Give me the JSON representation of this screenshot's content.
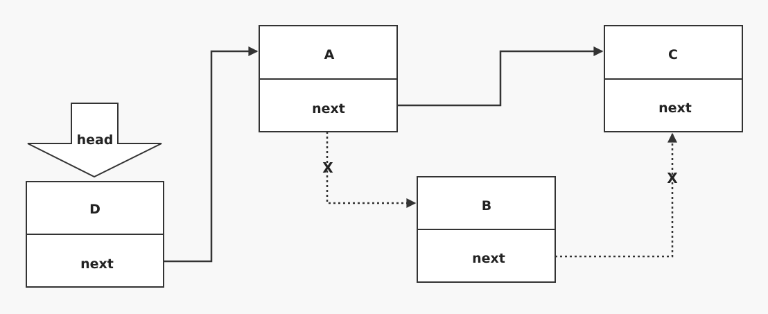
{
  "head_pointer": {
    "label": "head"
  },
  "nodes": {
    "D": {
      "value": "D",
      "next": "next"
    },
    "A": {
      "value": "A",
      "next": "next"
    },
    "B": {
      "value": "B",
      "next": "next"
    },
    "C": {
      "value": "C",
      "next": "next"
    }
  },
  "removed_link_marks": {
    "a_to_b": "X",
    "b_to_c": "X"
  },
  "colors": {
    "stroke": "#333333",
    "box_fill": "#ffffff",
    "background": "#f8f8f8"
  }
}
